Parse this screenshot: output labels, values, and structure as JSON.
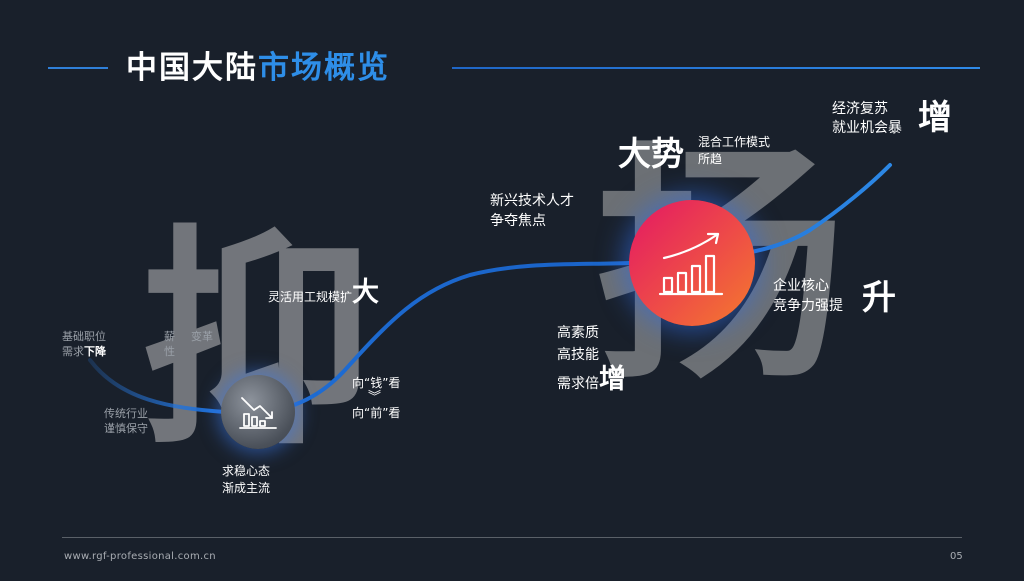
{
  "title": {
    "part1": "中国大陆",
    "part2": "市场概览"
  },
  "big_chars": {
    "left": "抑",
    "right": "扬"
  },
  "labels": {
    "basic_jobs_line1": "基础职位",
    "basic_jobs_line2_a": "需求",
    "basic_jobs_line2_b": "下降",
    "partial_a": "薪",
    "partial_b": "变革",
    "partial_c": "性",
    "traditional_line1": "传统行业",
    "traditional_line2": "谨慎保守",
    "stable_line1": "求稳心态",
    "stable_line2": "渐成主流",
    "flexible_prefix": "灵活用工规模扩",
    "flexible_big": "大",
    "money_line1": "向“钱”看",
    "money_arrow": "︾",
    "money_line2": "向“前”看",
    "talent_line1": "新兴技术人才",
    "talent_line2": "争夺焦点",
    "trend_big": "大势",
    "trend_line1": "混合工作模式",
    "trend_line2": "所趋",
    "quality_line1": "高素质",
    "quality_line2": "高技能",
    "quality_line3": "需求倍",
    "quality_big": "增",
    "core_line1": "企业核心",
    "core_line2": "竞争力强提",
    "core_big": "升",
    "boom_line1": "经济复苏",
    "boom_line2": "就业机会暴",
    "boom_big": "增"
  },
  "footer": {
    "url": "www.rgf-professional.com.cn",
    "page": "05"
  },
  "colors": {
    "accent": "#2e8ee8",
    "curve": "#1f6fd6",
    "up_start": "#e5215f",
    "up_end": "#f47b2d"
  },
  "icons": {
    "down_chart": "bar-chart-down-icon",
    "up_chart": "bar-chart-up-icon"
  }
}
